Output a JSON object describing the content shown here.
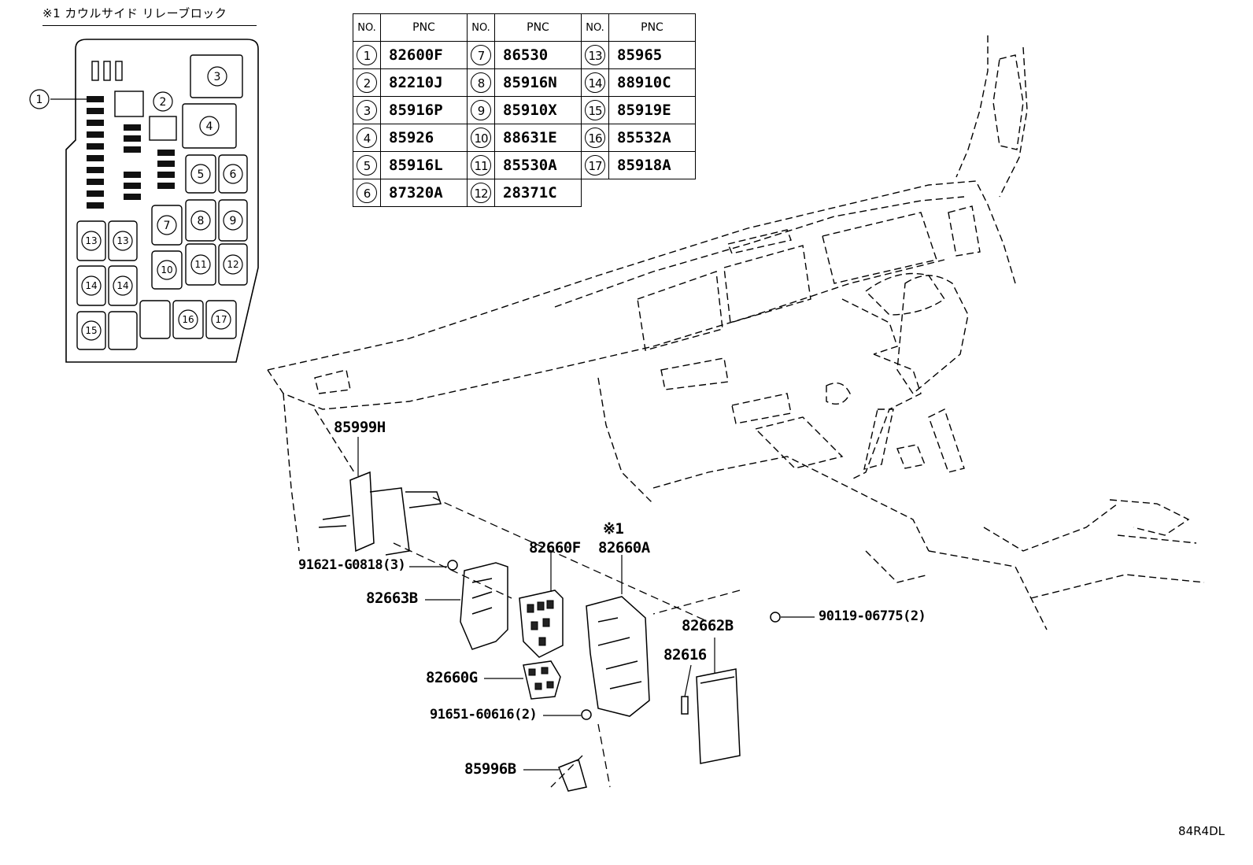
{
  "title": "※1 カウルサイド リレーブロック",
  "table": {
    "header": {
      "no": "NO.",
      "pnc": "PNC"
    },
    "rows": [
      [
        {
          "no": "1",
          "pnc": "82600F"
        },
        {
          "no": "7",
          "pnc": "86530"
        },
        {
          "no": "13",
          "pnc": "85965"
        }
      ],
      [
        {
          "no": "2",
          "pnc": "82210J"
        },
        {
          "no": "8",
          "pnc": "85916N"
        },
        {
          "no": "14",
          "pnc": "88910C"
        }
      ],
      [
        {
          "no": "3",
          "pnc": "85916P"
        },
        {
          "no": "9",
          "pnc": "85910X"
        },
        {
          "no": "15",
          "pnc": "85919E"
        }
      ],
      [
        {
          "no": "4",
          "pnc": "85926"
        },
        {
          "no": "10",
          "pnc": "88631E"
        },
        {
          "no": "16",
          "pnc": "85532A"
        }
      ],
      [
        {
          "no": "5",
          "pnc": "85916L"
        },
        {
          "no": "11",
          "pnc": "85530A"
        },
        {
          "no": "17",
          "pnc": "85918A"
        }
      ],
      [
        {
          "no": "6",
          "pnc": "87320A"
        },
        {
          "no": "12",
          "pnc": "28371C"
        }
      ]
    ]
  },
  "relay_block": {
    "slots": [
      "1",
      "2",
      "3",
      "4",
      "5",
      "6",
      "7",
      "8",
      "9",
      "10",
      "11",
      "12",
      "13",
      "13",
      "14",
      "14",
      "15",
      "16",
      "17"
    ]
  },
  "labels": {
    "p85999H": "85999H",
    "p91621": "91621-G0818(3)",
    "p82663B": "82663B",
    "p82660F": "82660F",
    "p_ref1": "※1",
    "p82660A": "82660A",
    "p90119": "90119-06775(2)",
    "p82662B": "82662B",
    "p82616": "82616",
    "p82660G": "82660G",
    "p91651": "91651-60616(2)",
    "p85996B": "85996B"
  },
  "diagram_code": "84R4DL"
}
